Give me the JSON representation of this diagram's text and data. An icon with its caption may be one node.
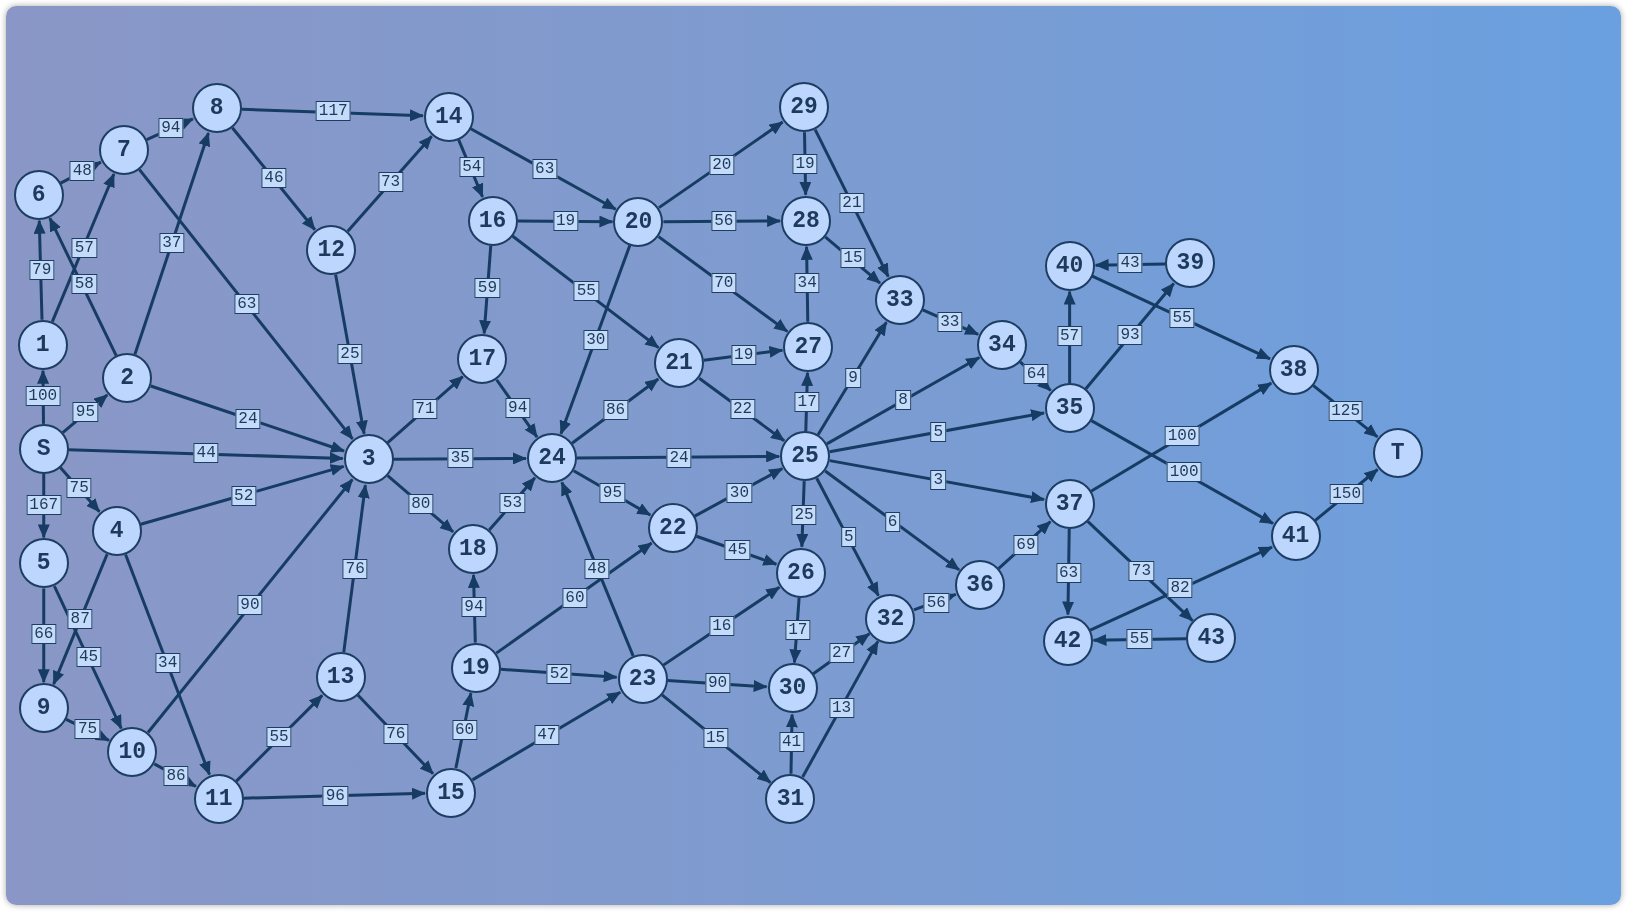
{
  "diagram": {
    "nodes": [
      {
        "text": [
          "S"
        ]
      },
      {
        "text": [
          "1"
        ]
      },
      {
        "text": [
          "2"
        ]
      },
      {
        "text": [
          "3"
        ]
      },
      {
        "text": [
          "4"
        ]
      },
      {
        "text": [
          "5"
        ]
      },
      {
        "text": [
          "6"
        ]
      },
      {
        "text": [
          "7"
        ]
      },
      {
        "text": [
          "8"
        ]
      },
      {
        "text": [
          "9"
        ]
      },
      {
        "text": [
          "10"
        ]
      },
      {
        "text": [
          "11"
        ]
      },
      {
        "text": [
          "12"
        ]
      },
      {
        "text": [
          "13"
        ]
      },
      {
        "text": [
          "14"
        ]
      },
      {
        "text": [
          "15"
        ]
      },
      {
        "text": [
          "16"
        ]
      },
      {
        "text": [
          "17"
        ]
      },
      {
        "text": [
          "18"
        ]
      },
      {
        "text": [
          "19"
        ]
      },
      {
        "text": [
          "20"
        ]
      },
      {
        "text": [
          "21"
        ]
      },
      {
        "text": [
          "22"
        ]
      },
      {
        "text": [
          "23"
        ]
      },
      {
        "text": [
          "24"
        ]
      },
      {
        "text": [
          "25"
        ]
      },
      {
        "text": [
          "26"
        ]
      },
      {
        "text": [
          "27"
        ]
      },
      {
        "text": [
          "28"
        ]
      },
      {
        "text": [
          "29"
        ]
      },
      {
        "text": [
          "30"
        ]
      },
      {
        "text": [
          "31"
        ]
      },
      {
        "text": [
          "32"
        ]
      },
      {
        "text": [
          "33"
        ]
      },
      {
        "text": [
          "34"
        ]
      },
      {
        "text": [
          "35"
        ]
      },
      {
        "text": [
          "36"
        ]
      },
      {
        "text": [
          "37"
        ]
      },
      {
        "text": [
          "38"
        ]
      },
      {
        "text": [
          "39"
        ]
      },
      {
        "text": [
          "40"
        ]
      },
      {
        "text": [
          "41"
        ]
      },
      {
        "text": [
          "42"
        ]
      },
      {
        "text": [
          "43"
        ]
      },
      {
        "text": [
          "T"
        ]
      }
    ],
    "edges": [
      {
        "from": 0,
        "to": 1,
        "arrow": "to",
        "label": "100"
      },
      {
        "from": 0,
        "to": 2,
        "arrow": "to",
        "label": "95"
      },
      {
        "from": 0,
        "to": 3,
        "arrow": "to",
        "label": "44"
      },
      {
        "from": 0,
        "to": 4,
        "arrow": "to",
        "label": "75"
      },
      {
        "from": 0,
        "to": 5,
        "arrow": "to",
        "label": "167"
      },
      {
        "from": 1,
        "to": 6,
        "arrow": "to",
        "label": "79"
      },
      {
        "from": 1,
        "to": 7,
        "arrow": "to",
        "label": "57"
      },
      {
        "from": 2,
        "to": 6,
        "arrow": "to",
        "label": "58"
      },
      {
        "from": 2,
        "to": 8,
        "arrow": "to",
        "label": "37"
      },
      {
        "from": 2,
        "to": 3,
        "arrow": "to",
        "label": "24"
      },
      {
        "from": 6,
        "to": 7,
        "arrow": "to",
        "label": "48"
      },
      {
        "from": 7,
        "to": 8,
        "arrow": "to",
        "label": "94"
      },
      {
        "from": 7,
        "to": 3,
        "arrow": "to",
        "label": "63"
      },
      {
        "from": 8,
        "to": 14,
        "arrow": "to",
        "label": "117"
      },
      {
        "from": 8,
        "to": 12,
        "arrow": "to",
        "label": "46"
      },
      {
        "from": 12,
        "to": 14,
        "arrow": "to",
        "label": "73"
      },
      {
        "from": 12,
        "to": 3,
        "arrow": "to",
        "label": "25"
      },
      {
        "from": 14,
        "to": 16,
        "arrow": "to",
        "label": "54"
      },
      {
        "from": 14,
        "to": 20,
        "arrow": "to",
        "label": "63"
      },
      {
        "from": 16,
        "to": 20,
        "arrow": "to",
        "label": "19"
      },
      {
        "from": 16,
        "to": 17,
        "arrow": "to",
        "label": "59"
      },
      {
        "from": 16,
        "to": 21,
        "arrow": "to",
        "label": "55"
      },
      {
        "from": 17,
        "to": 24,
        "arrow": "to",
        "label": "94"
      },
      {
        "from": 3,
        "to": 17,
        "arrow": "to",
        "label": "71"
      },
      {
        "from": 3,
        "to": 24,
        "arrow": "to",
        "label": "35"
      },
      {
        "from": 3,
        "to": 18,
        "arrow": "to",
        "label": "80"
      },
      {
        "from": 4,
        "to": 3,
        "arrow": "to",
        "label": "52"
      },
      {
        "from": 4,
        "to": 9,
        "arrow": "to",
        "label": "87"
      },
      {
        "from": 4,
        "to": 11,
        "arrow": "to",
        "label": "34"
      },
      {
        "from": 5,
        "to": 9,
        "arrow": "to",
        "label": "66"
      },
      {
        "from": 5,
        "to": 10,
        "arrow": "to",
        "label": "45"
      },
      {
        "from": 9,
        "to": 10,
        "arrow": "to",
        "label": "75"
      },
      {
        "from": 10,
        "to": 3,
        "arrow": "to",
        "label": "90"
      },
      {
        "from": 10,
        "to": 11,
        "arrow": "to",
        "label": "86"
      },
      {
        "from": 11,
        "to": 13,
        "arrow": "to",
        "label": "55"
      },
      {
        "from": 11,
        "to": 15,
        "arrow": "to",
        "label": "96"
      },
      {
        "from": 13,
        "to": 3,
        "arrow": "to",
        "label": "76"
      },
      {
        "from": 13,
        "to": 15,
        "arrow": "to",
        "label": "76"
      },
      {
        "from": 15,
        "to": 19,
        "arrow": "to",
        "label": "60"
      },
      {
        "from": 15,
        "to": 23,
        "arrow": "to",
        "label": "47"
      },
      {
        "from": 19,
        "to": 18,
        "arrow": "to",
        "label": "94"
      },
      {
        "from": 19,
        "to": 22,
        "arrow": "to",
        "label": "60"
      },
      {
        "from": 19,
        "to": 23,
        "arrow": "to",
        "label": "52"
      },
      {
        "from": 18,
        "to": 24,
        "arrow": "to",
        "label": "53"
      },
      {
        "from": 20,
        "to": 29,
        "arrow": "to",
        "label": "20"
      },
      {
        "from": 20,
        "to": 28,
        "arrow": "to",
        "label": "56"
      },
      {
        "from": 20,
        "to": 27,
        "arrow": "to",
        "label": "70"
      },
      {
        "from": 20,
        "to": 24,
        "arrow": "to",
        "label": "30"
      },
      {
        "from": 21,
        "to": 27,
        "arrow": "to",
        "label": "19"
      },
      {
        "from": 21,
        "to": 25,
        "arrow": "to",
        "label": "22"
      },
      {
        "from": 24,
        "to": 21,
        "arrow": "to",
        "label": "86"
      },
      {
        "from": 24,
        "to": 25,
        "arrow": "to",
        "label": "24"
      },
      {
        "from": 24,
        "to": 22,
        "arrow": "to",
        "label": "95"
      },
      {
        "from": 23,
        "to": 24,
        "arrow": "to",
        "label": "48"
      },
      {
        "from": 23,
        "to": 26,
        "arrow": "to",
        "label": "16"
      },
      {
        "from": 23,
        "to": 30,
        "arrow": "to",
        "label": "90"
      },
      {
        "from": 23,
        "to": 31,
        "arrow": "to",
        "label": "15"
      },
      {
        "from": 22,
        "to": 25,
        "arrow": "to",
        "label": "30"
      },
      {
        "from": 22,
        "to": 26,
        "arrow": "to",
        "label": "45"
      },
      {
        "from": 29,
        "to": 28,
        "arrow": "to",
        "label": "19"
      },
      {
        "from": 29,
        "to": 33,
        "arrow": "to",
        "label": "21"
      },
      {
        "from": 28,
        "to": 33,
        "arrow": "to",
        "label": "15"
      },
      {
        "from": 27,
        "to": 28,
        "arrow": "to",
        "label": "34"
      },
      {
        "from": 25,
        "to": 27,
        "arrow": "to",
        "label": "17"
      },
      {
        "from": 25,
        "to": 33,
        "arrow": "to",
        "label": "9"
      },
      {
        "from": 25,
        "to": 34,
        "arrow": "to",
        "label": "8"
      },
      {
        "from": 25,
        "to": 35,
        "arrow": "to",
        "label": "5"
      },
      {
        "from": 25,
        "to": 37,
        "arrow": "to",
        "label": "3"
      },
      {
        "from": 25,
        "to": 36,
        "arrow": "to",
        "label": "6"
      },
      {
        "from": 25,
        "to": 32,
        "arrow": "to",
        "label": "5"
      },
      {
        "from": 25,
        "to": 26,
        "arrow": "to",
        "label": "25"
      },
      {
        "from": 26,
        "to": 30,
        "arrow": "to",
        "label": "17"
      },
      {
        "from": 30,
        "to": 32,
        "arrow": "to",
        "label": "27"
      },
      {
        "from": 31,
        "to": 30,
        "arrow": "to",
        "label": "41"
      },
      {
        "from": 31,
        "to": 32,
        "arrow": "to",
        "label": "13"
      },
      {
        "from": 32,
        "to": 36,
        "arrow": "to",
        "label": "56"
      },
      {
        "from": 36,
        "to": 37,
        "arrow": "to",
        "label": "69"
      },
      {
        "from": 33,
        "to": 34,
        "arrow": "to",
        "label": "33"
      },
      {
        "from": 34,
        "to": 35,
        "arrow": "to",
        "label": "64"
      },
      {
        "from": 35,
        "to": 40,
        "arrow": "to",
        "label": "57"
      },
      {
        "from": 35,
        "to": 39,
        "arrow": "to",
        "label": "93"
      },
      {
        "from": 35,
        "to": 41,
        "arrow": "to",
        "label": "100"
      },
      {
        "from": 39,
        "to": 40,
        "arrow": "to",
        "label": "43"
      },
      {
        "from": 40,
        "to": 38,
        "arrow": "to",
        "label": "55"
      },
      {
        "from": 37,
        "to": 38,
        "arrow": "to",
        "label": "100"
      },
      {
        "from": 37,
        "to": 42,
        "arrow": "to",
        "label": "63"
      },
      {
        "from": 37,
        "to": 43,
        "arrow": "to",
        "label": "73"
      },
      {
        "from": 42,
        "to": 41,
        "arrow": "to",
        "label": "82"
      },
      {
        "from": 43,
        "to": 42,
        "arrow": "to",
        "label": "55"
      },
      {
        "from": 38,
        "to": 44,
        "arrow": "to",
        "label": "125"
      },
      {
        "from": 41,
        "to": 44,
        "arrow": "to",
        "label": "150"
      }
    ]
  }
}
